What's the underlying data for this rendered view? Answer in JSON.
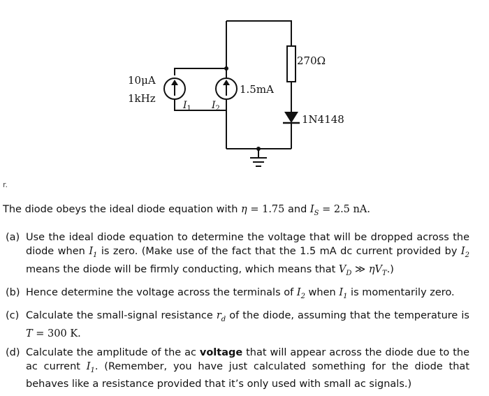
{
  "circuit": {
    "source1_value": "10μA",
    "source1_freq": "1kHz",
    "source1_symbol": "I",
    "source1_subscript": "1",
    "source2_symbol": "I",
    "source2_subscript": "2",
    "source2_value": "1.5mA",
    "resistor_value": "270Ω",
    "diode_label": "1N4148"
  },
  "fragment_mark": "r.",
  "intro": {
    "t1": "The diode obeys the ideal diode equation with ",
    "eta": "η",
    "eq1": " = 1.75",
    "and": " and ",
    "is_sym": "I",
    "is_sub": "S",
    "eq2": " = 2.5 nA."
  },
  "parts": {
    "a": {
      "tag": "(a)",
      "t1": "Use the ideal diode equation to determine the voltage that will be dropped across the diode when ",
      "i1": "I",
      "i1s": "1",
      "t2": " is zero. (Make use of the fact that the 1.5 mA dc current provided by ",
      "i2": "I",
      "i2s": "2",
      "t3": " means the diode will be firmly conducting, which means that ",
      "vd": "V",
      "vds": "D",
      "gg": " ≫ ",
      "eta": "η",
      "vt": "V",
      "vts": "T",
      "t4": ".)"
    },
    "b": {
      "tag": "(b)",
      "t1": "Hence determine the voltage across the terminals of ",
      "i2": "I",
      "i2s": "2",
      "t2": " when ",
      "i1": "I",
      "i1s": "1",
      "t3": " is momentarily zero."
    },
    "c": {
      "tag": "(c)",
      "t1": "Calculate the small-signal resistance ",
      "rd": "r",
      "rds": "d",
      "t2": " of the diode, assuming that the temperature is ",
      "T": "T",
      "t3": " = 300 K."
    },
    "d": {
      "tag": "(d)",
      "t1": "Calculate the amplitude of the ac ",
      "bold": "voltage",
      "t2": " that will appear across the diode due to the ac current ",
      "i1": "I",
      "i1s": "1",
      "t3": ". (Remember, you have just calculated something for the diode that behaves like a resistance provided that it’s only used with small ac signals.)"
    }
  }
}
